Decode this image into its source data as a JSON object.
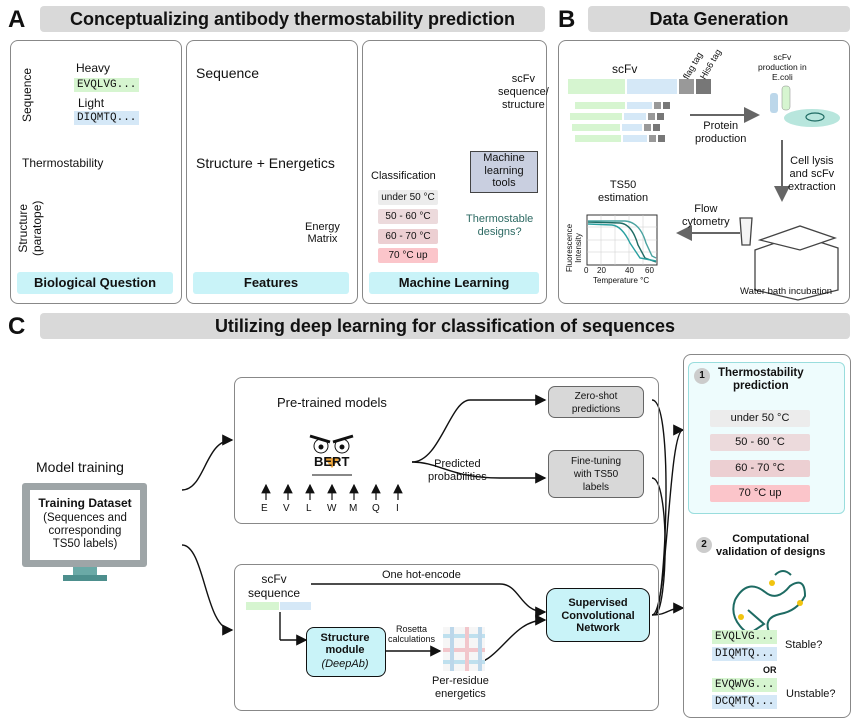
{
  "panel_a": {
    "letter": "A",
    "title": "Conceptualizing antibody thermostability prediction",
    "bio": {
      "heavy": "Heavy",
      "heavy_seq": "EVQLVG...",
      "light": "Light",
      "light_seq": "DIQMTQ...",
      "sequence_axis": "Sequence",
      "thermostability": "Thermostability",
      "structure_axis": "Structure\n(paratope)",
      "footer": "Biological Question"
    },
    "features": {
      "sequence": "Sequence",
      "structure": "Structure + Energetics",
      "energy": "Energy\nMatrix",
      "footer": "Features"
    },
    "ml": {
      "scfv": "scFv\nsequence/\nstructure",
      "tools": "Machine\nlearning\ntools",
      "classification": "Classification",
      "classes": [
        "under 50 °C",
        "50 - 60 °C",
        "60 - 70 °C",
        "70 °C up"
      ],
      "thermostable": "Thermostable\ndesigns?",
      "footer": "Machine Learning"
    }
  },
  "panel_b": {
    "letter": "B",
    "title": "Data Generation",
    "scfv": "scFv",
    "flag": "flag tag",
    "his": "His6 tag",
    "production_label": "scFv\nproduction in\nE.coli",
    "protein_production": "Protein\nproduction",
    "cell_lysis": "Cell lysis\nand scFv\nextraction",
    "flow": "Flow\ncytometry",
    "ts50": "TS50\nestimation",
    "ylabel": "Fluorescence\nIntensity",
    "ticks": [
      "0",
      "20",
      "40",
      "60"
    ],
    "xlabel": "Temperature °C",
    "water": "Water bath incubation"
  },
  "panel_c": {
    "letter": "C",
    "title": "Utilizing deep learning for classification of sequences",
    "model_training": "Model training",
    "dataset_title": "Training Dataset",
    "dataset_body": "(Sequences and\ncorresponding\nTS50 labels)",
    "pretrained": "Pre-trained models",
    "bert": "BERT",
    "tokens": [
      "E",
      "V",
      "L",
      "W",
      "M",
      "Q",
      "I"
    ],
    "predicted": "Predicted\nprobabilities",
    "zero_shot": "Zero-shot\npredictions",
    "fine_tuning": "Fine-tuning\nwith TS50\nlabels",
    "scfv_seq": "scFv\nsequence",
    "one_hot": "One hot-encode",
    "structure_module": "Structure\nmodule",
    "deepab": "(DeepAb)",
    "rosetta": "Rosetta\ncalculations",
    "per_residue": "Per-residue\nenergetics",
    "supervised": "Supervised\nConvolutional\nNetwork",
    "side1_num": "1",
    "side1_title": "Thermostability\nprediction",
    "side_classes": [
      "under 50 °C",
      "50 - 60 °C",
      "60 - 70 °C",
      "70 °C up"
    ],
    "side2_num": "2",
    "side2_title": "Computational\nvalidation of designs",
    "seq1a": "EVQLVG...",
    "seq1b": "DIQMTQ...",
    "stable": "Stable?",
    "or": "OR",
    "seq2a": "EVQWVG...",
    "seq2b": "DCQMTQ...",
    "unstable": "Unstable?"
  },
  "colors": {
    "teal": "#1e6b63",
    "mint": "#c9f3f8",
    "green_seq": "#d6f5d0",
    "blue_seq": "#d5e8f7",
    "pink": "#f9c8cc"
  }
}
